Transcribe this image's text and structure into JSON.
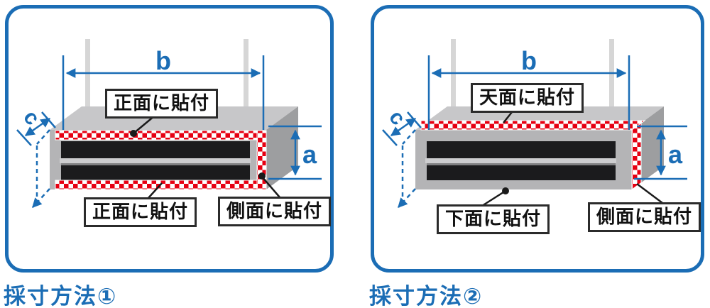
{
  "colors": {
    "accent_blue": "#1b6db5",
    "tape_red": "#e60012",
    "box_top_gray": "#c7c7c9",
    "box_side_gray": "#9d9ea0",
    "box_front_gray": "#b4b4b6",
    "opening_black": "#1b1b1d",
    "callout_black": "#1a1a1a"
  },
  "panels": [
    {
      "title": "採寸方法①",
      "dims": {
        "a": "a",
        "b": "b",
        "c": "c"
      },
      "labels": {
        "top": "正面に貼付",
        "bottom": "正面に貼付",
        "side": "側面に貼付"
      }
    },
    {
      "title": "採寸方法②",
      "dims": {
        "a": "a",
        "b": "b",
        "c": "c"
      },
      "labels": {
        "top": "天面に貼付",
        "bottom": "下面に貼付",
        "side": "側面に貼付"
      }
    }
  ]
}
